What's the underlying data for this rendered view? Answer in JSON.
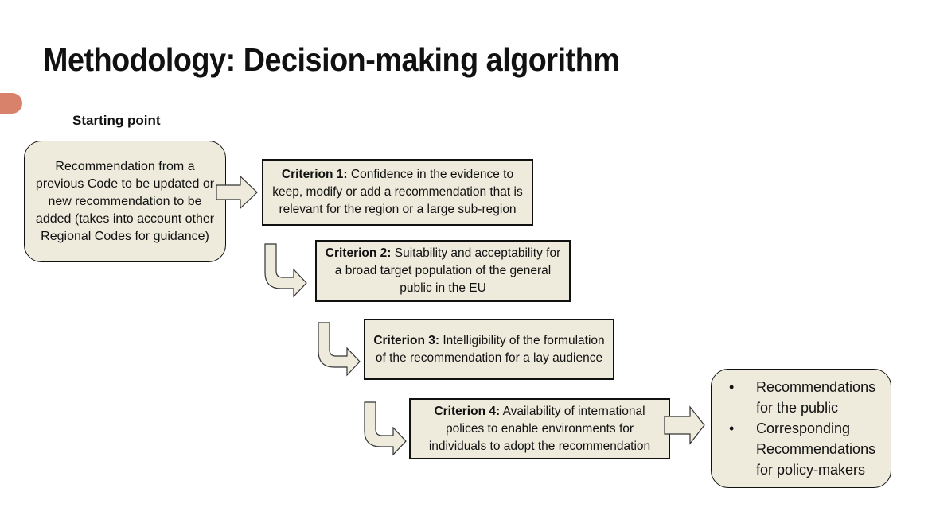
{
  "title": "Methodology: Decision-making algorithm",
  "starting_point": {
    "label": "Starting point",
    "text": "Recommendation from a previous Code to be updated or new recommendation to be added (takes into account other Regional Codes for guidance)"
  },
  "criteria": [
    {
      "label": "Criterion 1:",
      "text": " Confidence in the evidence to keep, modify or add a recommendation that is relevant for the region or a large sub-region"
    },
    {
      "label": "Criterion 2:",
      "text": " Suitability and acceptability for a broad target population of the general public in the EU"
    },
    {
      "label": "Criterion 3:",
      "text": " Intelligibility of the formulation of the recommendation for a lay audience"
    },
    {
      "label": "Criterion 4:",
      "text": " Availability of international polices to enable environments for individuals to adopt the recommendation"
    }
  ],
  "outputs": {
    "bullet": "•",
    "items": [
      "Recommendations for the public",
      "Corresponding Recommendations for policy-makers"
    ]
  },
  "colors": {
    "box_fill": "#eeebdd",
    "accent_dot": "#d9826b"
  }
}
